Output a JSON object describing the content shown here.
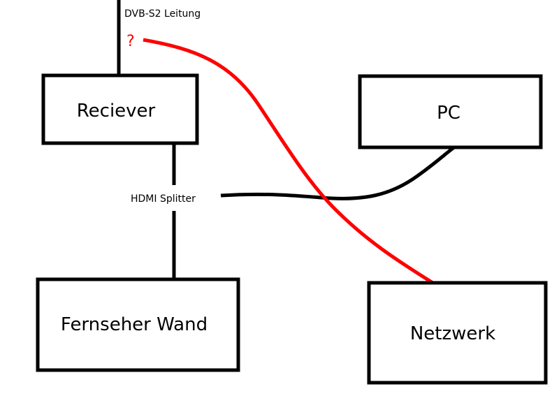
{
  "diagram": {
    "nodes": {
      "receiver": {
        "label": "Reciever"
      },
      "pc": {
        "label": "PC"
      },
      "tv": {
        "label": "Fernseher Wand"
      },
      "network": {
        "label": "Netzwerk"
      }
    },
    "labels": {
      "dvb": "DVB-S2 Leitung",
      "splitter": "HDMI Splitter",
      "question": "?"
    },
    "colors": {
      "line": "#000000",
      "unknown_connection": "#ff0000"
    },
    "edges": [
      {
        "from": "dvb",
        "to": "receiver",
        "color": "black"
      },
      {
        "from": "receiver",
        "to": "splitter",
        "color": "black"
      },
      {
        "from": "splitter",
        "to": "tv",
        "color": "black"
      },
      {
        "from": "splitter",
        "to": "pc",
        "color": "black"
      },
      {
        "from": "question",
        "to": "network",
        "color": "red"
      }
    ]
  }
}
